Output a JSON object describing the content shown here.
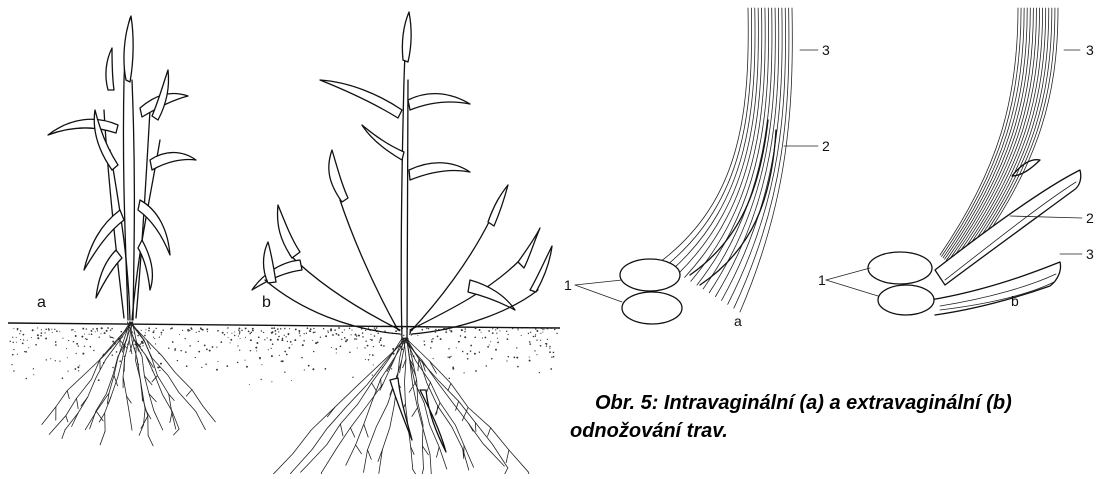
{
  "figure": {
    "plant_labels": {
      "a": "a",
      "b": "b"
    },
    "detail_a": {
      "tag": "a",
      "callouts": [
        "1",
        "2",
        "3"
      ]
    },
    "detail_b": {
      "tag": "b",
      "callouts": [
        "1",
        "2",
        "3",
        "3"
      ]
    },
    "caption_line1": "Obr. 5: Intravaginální (a) a extravaginální (b)",
    "caption_line2": "odnožování trav."
  }
}
